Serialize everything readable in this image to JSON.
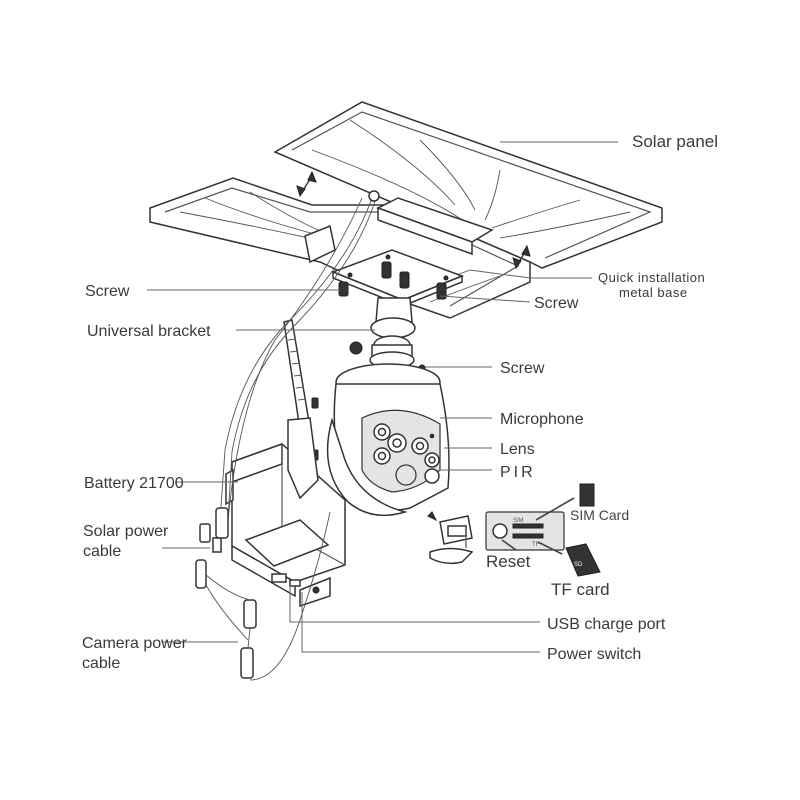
{
  "labels": {
    "solar_panel": "Solar panel",
    "quick_install_line1": "Quick installation",
    "quick_install_line2": "metal base",
    "screw_left": "Screw",
    "screw_right": "Screw",
    "screw_mid": "Screw",
    "universal_bracket": "Universal bracket",
    "microphone": "Microphone",
    "lens": "Lens",
    "pir": "PIR",
    "battery": "Battery 21700",
    "solar_power_cable_line1": "Solar power",
    "solar_power_cable_line2": "cable",
    "sim_card": "SIM Card",
    "reset": "Reset",
    "tf_card": "TF card",
    "camera_power_cable_line1": "Camera power",
    "camera_power_cable_line2": "cable",
    "usb_charge_port": "USB charge port",
    "power_switch": "Power switch"
  },
  "slot_marks": {
    "sim": "SIM",
    "tf": "TF",
    "sd": "SD"
  }
}
